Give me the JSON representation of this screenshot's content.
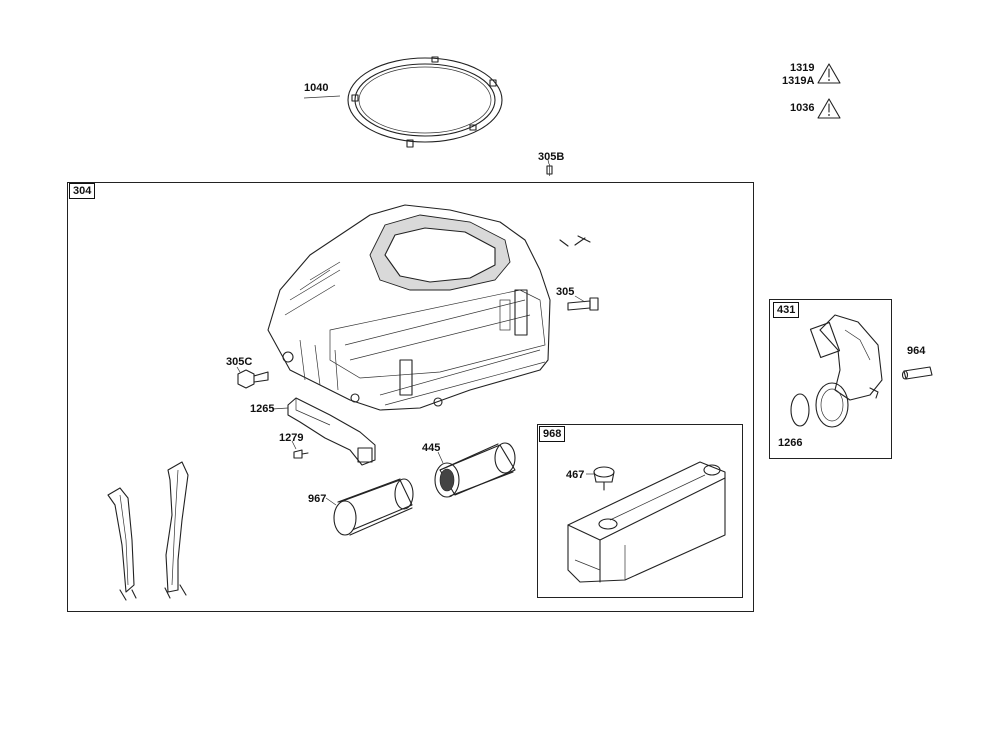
{
  "labels": {
    "p1040": "1040",
    "p1319": "1319",
    "p1319a": "1319A",
    "p1036": "1036",
    "p305b": "305B",
    "p305": "305",
    "p305c": "305C",
    "p1265": "1265",
    "p1279": "1279",
    "p445": "445",
    "p967": "967",
    "p467": "467",
    "p964": "964",
    "p1266": "1266"
  },
  "boxes": {
    "main": "304",
    "fuel_tank": "968",
    "elbow": "431"
  },
  "icons": {
    "warning_1319": "warning-triangle-icon",
    "warning_1036": "warning-triangle-icon"
  }
}
